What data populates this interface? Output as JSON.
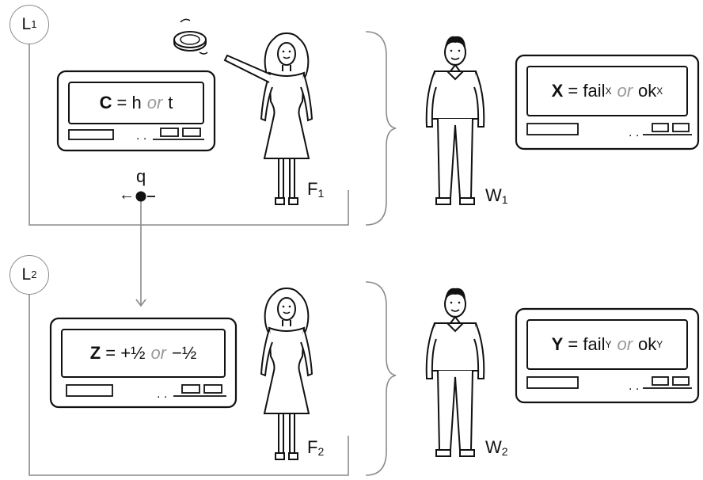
{
  "labs": {
    "L1": {
      "letter": "L",
      "sub": "1"
    },
    "L2": {
      "letter": "L",
      "sub": "2"
    }
  },
  "people": {
    "F1": {
      "letter": "F",
      "sub": "1"
    },
    "F2": {
      "letter": "F",
      "sub": "2"
    },
    "W1": {
      "letter": "W",
      "sub": "1"
    },
    "W2": {
      "letter": "W",
      "sub": "2"
    }
  },
  "devices": {
    "c": {
      "var": "C",
      "eq": "=",
      "a": "h",
      "or": "or",
      "b": "t"
    },
    "x": {
      "var": "X",
      "eq": "=",
      "a": "fail",
      "a_sub": "X",
      "or": "or",
      "b": "ok",
      "b_sub": "X"
    },
    "z": {
      "var": "Z",
      "eq": "=",
      "a": "+½",
      "or": "or",
      "b": "−½"
    },
    "y": {
      "var": "Y",
      "eq": "=",
      "a": "fail",
      "a_sub": "Y",
      "or": "or",
      "b": "ok",
      "b_sub": "Y"
    },
    "dots": ". ."
  },
  "qubit": {
    "label": "q",
    "arrow": "←"
  },
  "icons": {
    "coin": "coin-icon",
    "woman": "woman-icon",
    "man": "man-icon"
  }
}
